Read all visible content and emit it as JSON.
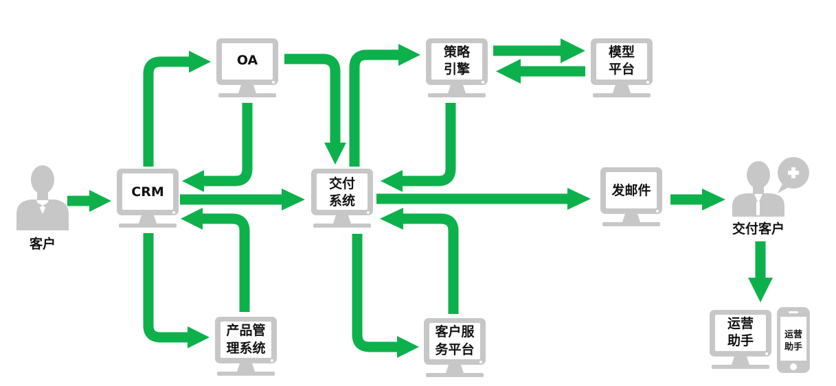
{
  "colors": {
    "arrow": "#0db14b",
    "device": "#c7c7c7",
    "screen": "#ffffff",
    "text": "#111111"
  },
  "nodes": {
    "customer": {
      "label": "客户",
      "icon": "person-bowtie-icon"
    },
    "crm": {
      "label": "CRM",
      "icon": "monitor-icon"
    },
    "oa": {
      "label": "OA",
      "icon": "monitor-icon"
    },
    "product_mgmt": {
      "line1": "产品管",
      "line2": "理系统",
      "icon": "monitor-icon"
    },
    "delivery": {
      "line1": "交付",
      "line2": "系统",
      "icon": "monitor-icon"
    },
    "strategy": {
      "line1": "策略",
      "line2": "引擎",
      "icon": "monitor-icon"
    },
    "model": {
      "line1": "模型",
      "line2": "平台",
      "icon": "monitor-icon"
    },
    "service": {
      "line1": "客户服",
      "line2": "务平台",
      "icon": "monitor-icon"
    },
    "email": {
      "label": "发邮件",
      "icon": "monitor-icon"
    },
    "delivery_customer": {
      "label": "交付客户",
      "icon": "person-chat-icon"
    },
    "ops_assistant": {
      "line1": "运营",
      "line2": "助手",
      "icon": "monitor-icon"
    },
    "ops_phone": {
      "line1": "运营",
      "line2": "助手",
      "icon": "phone-icon"
    }
  },
  "edges": [
    [
      "customer",
      "crm"
    ],
    [
      "crm",
      "oa"
    ],
    [
      "oa",
      "crm"
    ],
    [
      "crm",
      "delivery"
    ],
    [
      "crm",
      "product_mgmt"
    ],
    [
      "product_mgmt",
      "crm"
    ],
    [
      "oa",
      "delivery"
    ],
    [
      "delivery",
      "strategy"
    ],
    [
      "strategy",
      "delivery"
    ],
    [
      "strategy",
      "model"
    ],
    [
      "model",
      "strategy"
    ],
    [
      "delivery",
      "email"
    ],
    [
      "delivery",
      "service"
    ],
    [
      "service",
      "delivery"
    ],
    [
      "email",
      "delivery_customer"
    ],
    [
      "delivery_customer",
      "ops_assistant"
    ]
  ]
}
